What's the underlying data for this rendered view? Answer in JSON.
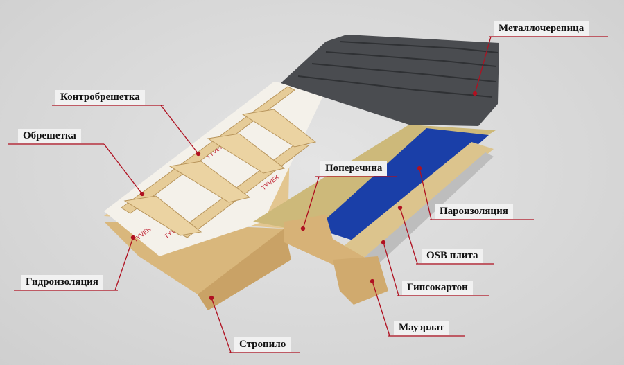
{
  "labels": {
    "metal_tile": "Металлочерепица",
    "counter_batten": "Контробрешетка",
    "batten": "Обрешетка",
    "crossbar": "Поперечина",
    "vapor_barrier": "Пароизоляция",
    "osb": "OSB плита",
    "waterproofing": "Гидроизоляция",
    "drywall": "Гипсокартон",
    "mauerlat": "Мауэрлат",
    "rafter": "Стропило"
  },
  "membrane_brand": "TYVEK",
  "colors": {
    "leader": "#b01020",
    "wood": "#e2c48e",
    "metal": "#4a4c50",
    "vapor": "#1a3fa8",
    "insulation": "#cdb97a"
  }
}
